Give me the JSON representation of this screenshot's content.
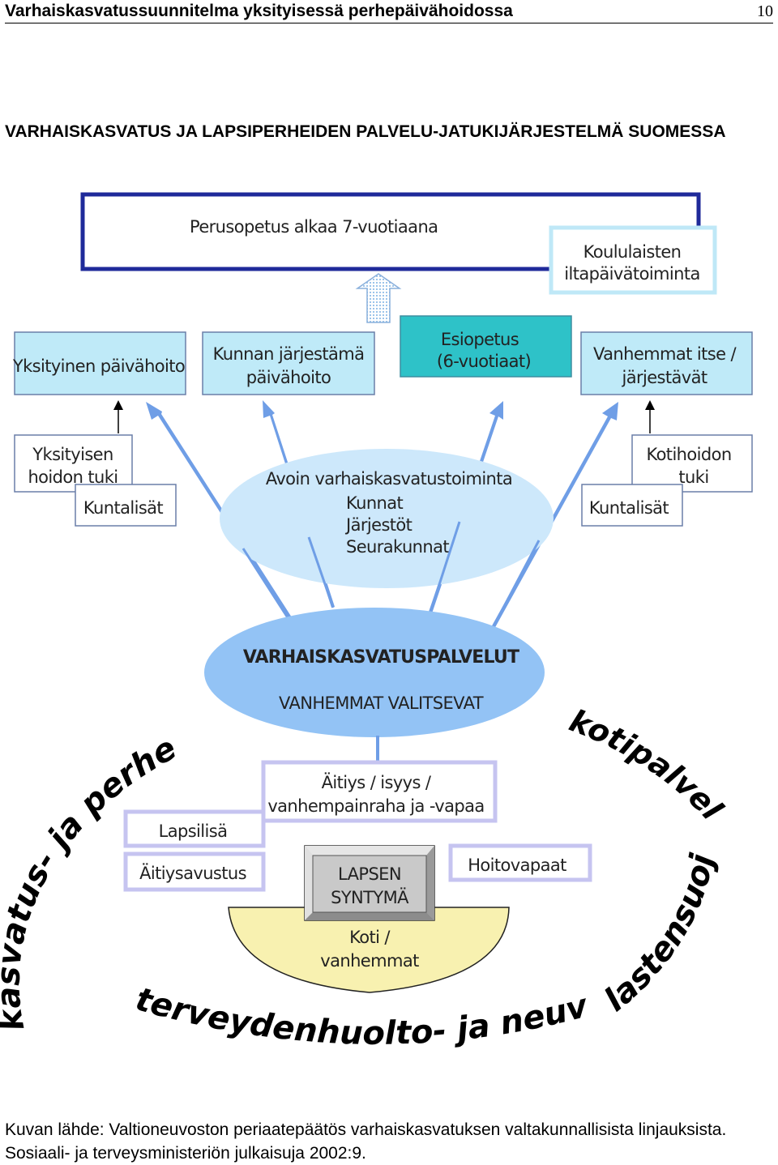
{
  "header": {
    "title": "Varhaiskasvatussuunnitelma yksityisessä perhepäivähoidossa",
    "page_number": "10"
  },
  "main_title": "VARHAISKASVATUS JA LAPSIPERHEIDEN PALVELU-JATUKIJÄRJESTELMÄ SUOMESSA",
  "diagram": {
    "top_box": "Perusopetus alkaa 7-vuotiaana",
    "afterschool": [
      "Koululaisten",
      "iltapäivätoiminta"
    ],
    "private_care": "Yksityinen päivähoito",
    "municipal_care": [
      "Kunnan järjestämä",
      "päivähoito"
    ],
    "preschool": [
      "Esiopetus",
      "(6-vuotiaat)"
    ],
    "parents_arrange": [
      "Vanhemmat itse /",
      "järjestävät"
    ],
    "private_care_support": [
      "Yksityisen",
      "hoidon tuki"
    ],
    "municipal_supplement_left": "Kuntalisät",
    "home_care_support": [
      "Kotihoidon",
      "tuki"
    ],
    "municipal_supplement_right": "Kuntalisät",
    "open_activities": [
      "Avoin varhaiskasvatustoiminta",
      "Kunnat",
      "Järjestöt",
      "Seurakunnat"
    ],
    "services_title": "VARHAISKASVATUSPALVELUT",
    "services_subtitle": "VANHEMMAT VALITSEVAT",
    "parental_leave": [
      "Äitiys / isyys /",
      "vanhempainraha ja -vapaa"
    ],
    "child_benefit": "Lapsilisä",
    "maternity_grant": "Äitiysavustus",
    "care_leave": "Hoitovapaat",
    "birth": [
      "LAPSEN",
      "SYNTYMÄ"
    ],
    "home": [
      "Koti /",
      "vanhemmat"
    ],
    "arc_left": "kasvatus- ja perheneuvola",
    "arc_top_right": "kotipalvelu",
    "arc_right": "lastensuojelu",
    "arc_bottom": "terveydenhuolto- ja neuvolatoiminta",
    "colors": {
      "navy_border": "#1f2a9a",
      "light_blue_box": "#bfeaf8",
      "teal_box": "#2ec2c8",
      "box_border": "#6a7fa8",
      "arrow_blue": "#6f9ee6",
      "open_ellipse": "#cde8fb",
      "services_ellipse": "#93c3f5",
      "lavender_border": "#c6c4f0",
      "home_fill": "#f8f1b0"
    }
  },
  "caption": "Kuvan lähde: Valtioneuvoston periaatepäätös varhaiskasvatuksen valtakunnallisista linjauksista. Sosiaali- ja terveysministeriön julkaisuja 2002:9."
}
